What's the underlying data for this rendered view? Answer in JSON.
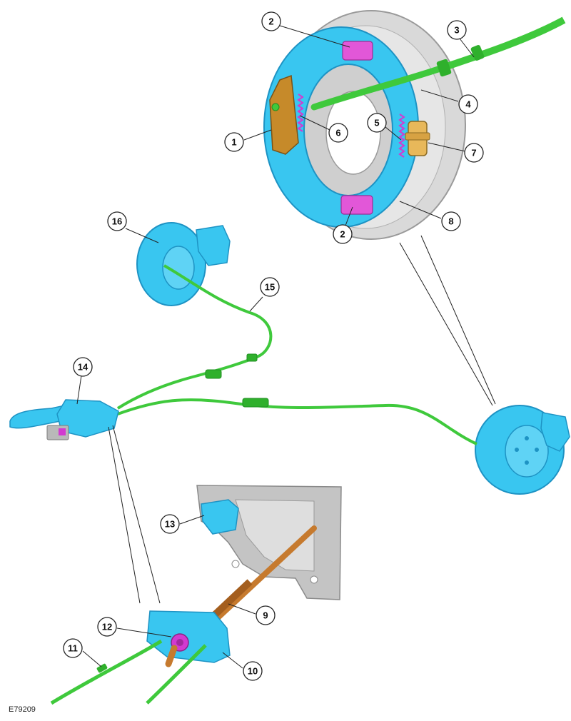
{
  "figure_id": "E79209",
  "callouts": [
    {
      "key": "c1",
      "label": "1"
    },
    {
      "key": "c2a",
      "label": "2"
    },
    {
      "key": "c2b",
      "label": "2"
    },
    {
      "key": "c3",
      "label": "3"
    },
    {
      "key": "c4",
      "label": "4"
    },
    {
      "key": "c5",
      "label": "5"
    },
    {
      "key": "c6",
      "label": "6"
    },
    {
      "key": "c7",
      "label": "7"
    },
    {
      "key": "c8",
      "label": "8"
    },
    {
      "key": "c9",
      "label": "9"
    },
    {
      "key": "c10",
      "label": "10"
    },
    {
      "key": "c11",
      "label": "11"
    },
    {
      "key": "c12",
      "label": "12"
    },
    {
      "key": "c13",
      "label": "13"
    },
    {
      "key": "c14",
      "label": "14"
    },
    {
      "key": "c15",
      "label": "15"
    },
    {
      "key": "c16",
      "label": "16"
    }
  ],
  "colors": {
    "component": "#39c6f0",
    "component_dark": "#1e93c4",
    "cable": "#3fc93c",
    "cable_dark": "#1f8f22",
    "spring": "#d23ad0",
    "backplate": "#d8d8d8",
    "lever": "#c68a2a",
    "adjuster": "#e8b85a",
    "rod": "#c67a2e",
    "frame": "#b9b9b9"
  }
}
